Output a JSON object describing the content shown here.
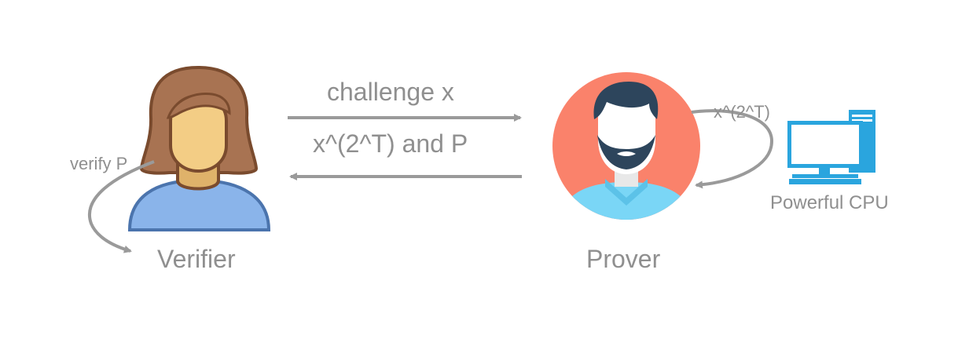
{
  "verifier": {
    "label": "Verifier",
    "self_loop_label": "verify P"
  },
  "prover": {
    "label": "Prover",
    "self_loop_label": "x^(2^T)"
  },
  "cpu": {
    "label": "Powerful CPU"
  },
  "messages": {
    "challenge": "challenge x",
    "response": "x^(2^T) and P"
  },
  "colors": {
    "text": "#8f8f8f",
    "arrow": "#9a9a9a",
    "hair": "#a87352",
    "skin": "#f3cd85",
    "shirt": "#8ab4ea",
    "prover_bg": "#fa826b",
    "prover_shirt": "#7ad6f6",
    "prover_hair": "#2d455c",
    "cpu_blue": "#2aa5de"
  }
}
